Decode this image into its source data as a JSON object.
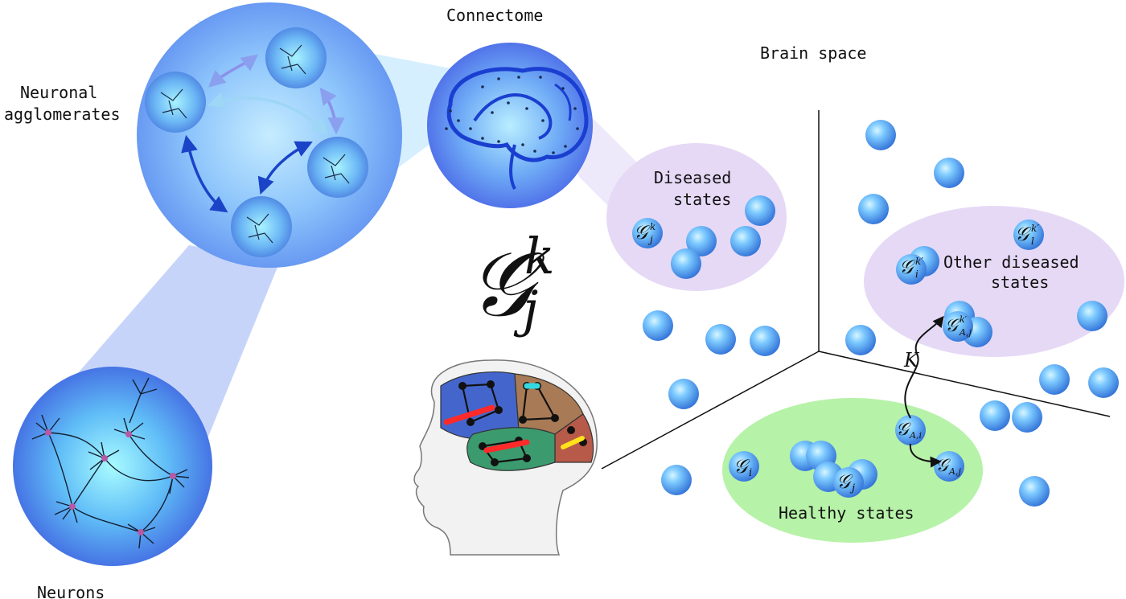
{
  "labels": {
    "neuronal_line1": "Neuronal",
    "neuronal_line2": "agglomerates",
    "connectome": "Connectome",
    "brain_space": "Brain space",
    "diseased_line1": "Diseased",
    "diseased_line2": "states",
    "other_diseased_line1": "Other diseased",
    "other_diseased_line2": "states",
    "healthy": "Healthy states",
    "neurons": "Neurons",
    "operator_k": "K"
  },
  "math": {
    "big_G": "𝒢",
    "big_sup": "k",
    "big_sub": "j",
    "g_jk_sup": "k",
    "g_jk_sub": "j",
    "g_lk_sup": "k′",
    "g_lk_sub": "l",
    "g_ik_sup": "k′",
    "g_ik_sub": "i",
    "g_Ajk_sup": "k′",
    "g_Ajk_sub": "A,j",
    "g_Ai_sub": "A,i",
    "g_Aj_sub": "A,j",
    "g_i_sub": "i",
    "g_j_sub": "j"
  },
  "colors": {
    "sphere_light": "#a9e4ff",
    "sphere_mid": "#5fb4f4",
    "sphere_dark": "#2e74d8",
    "diseased_region": "#e6d9f6",
    "healthy_region": "#b6f2a8",
    "arrow_dark": "#1a43c8",
    "arrow_light": "#8fb8f2",
    "frontal_lobe": "#4466cc",
    "parietal_lobe": "#a87a55",
    "temporal_lobe": "#3b9a6e",
    "occipital_lobe": "#b85a4a"
  }
}
